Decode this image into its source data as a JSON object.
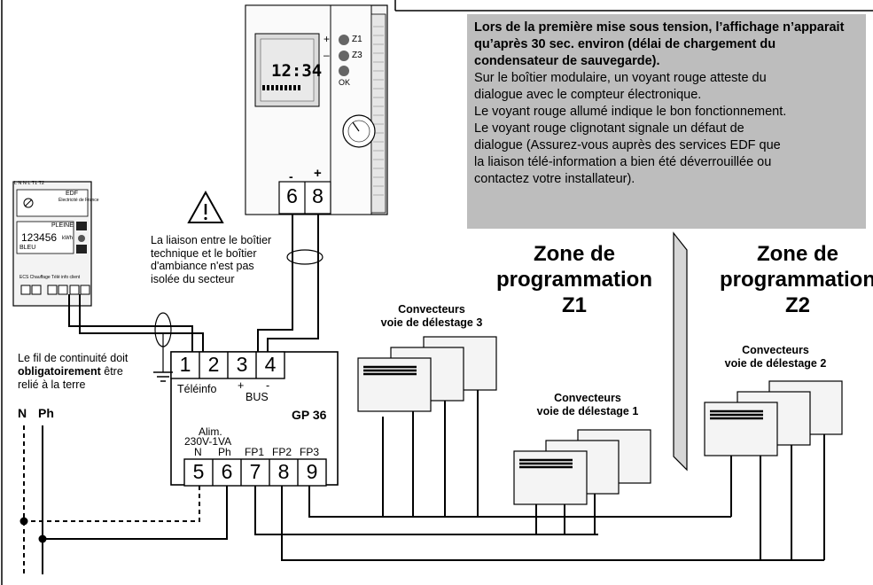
{
  "info": {
    "bold_text": "Lors de la première mise sous tension, l’affichage n’apparait qu’après 30 sec. environ  (délai de chargement du condensateur de sauvegarde).",
    "lines": [
      "Sur le boîtier modulaire, un voyant rouge atteste du",
      "dialogue avec le compteur électronique.",
      "Le voyant rouge allumé indique le bon fonctionnement.",
      "Le voyant rouge clignotant signale un défaut de",
      "dialogue (Assurez-vous auprès des services EDF que",
      "la liaison télé-information a bien été déverrouillée ou",
      "contactez votre installateur)."
    ]
  },
  "zones": {
    "z1": {
      "line1": "Zone de",
      "line2": "programmation",
      "line3": "Z1"
    },
    "z2": {
      "line1": "Zone de",
      "line2": "programmation",
      "line3": "Z2"
    }
  },
  "convectors": {
    "c3": {
      "line1": "Convecteurs",
      "line2": "voie de délestage 3"
    },
    "c1": {
      "line1": "Convecteurs",
      "line2": "voie de délestage 1"
    },
    "c2": {
      "line1": "Convecteurs",
      "line2": "voie de délestage 2"
    }
  },
  "thermostat": {
    "clock": "12:34",
    "btn_z1": "Z1",
    "btn_z3": "Z3",
    "btn_ok": "OK",
    "plus": "+",
    "minus": "–",
    "terminal_minus": "-",
    "terminal_plus": "+",
    "terminal_6": "6",
    "terminal_8": "8"
  },
  "warning": {
    "line1": "La liaison entre le boîtier",
    "line2": "technique et le boîtier",
    "line3": "d'ambiance n'est pas",
    "line4": "isolée du secteur"
  },
  "meter": {
    "brand": "EDF",
    "brand_sub": "Électricité de France",
    "tariff": "PLEINE",
    "reading": "123456",
    "unit": "kWh",
    "color": "BLEU",
    "top_labels": "L    N    N    L              T1  T2",
    "bottom_labels": "ECS    Chauffage   Télé info client"
  },
  "ground_note": {
    "line1": "Le fil de continuité doit",
    "bold": "obligatoirement",
    "rest": " être",
    "line3": "relié à la terre"
  },
  "gp36": {
    "model": "GP 36",
    "top_terminals": [
      "1",
      "2",
      "3",
      "4"
    ],
    "teleinfo": "Téléinfo",
    "bus_plus": "+",
    "bus_minus": "-",
    "bus": "BUS",
    "alim": "Alim.",
    "alim_spec": "230V-1VA",
    "label_n": "N",
    "label_ph": "Ph",
    "label_fp1": "FP1",
    "label_fp2": "FP2",
    "label_fp3": "FP3",
    "bottom_terminals": [
      "5",
      "6",
      "7",
      "8",
      "9"
    ]
  },
  "mains": {
    "n": "N",
    "ph": "Ph"
  }
}
